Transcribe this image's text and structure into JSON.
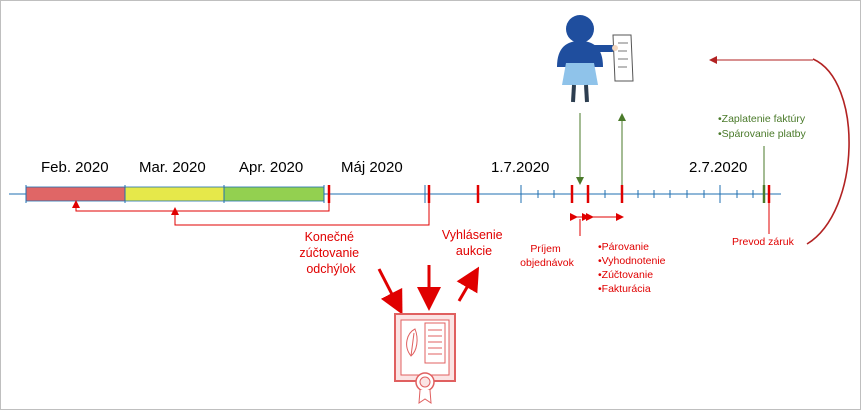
{
  "months": {
    "feb": "Feb. 2020",
    "mar": "Mar. 2020",
    "apr": "Apr. 2020",
    "maj": "Máj 2020",
    "d1": "1.7.2020",
    "d2": "2.7.2020"
  },
  "labels": {
    "konecne": [
      "Konečné",
      "zúčtovanie",
      "odchýlok"
    ],
    "vyhlasenie": [
      "Vyhlásenie",
      "aukcie"
    ],
    "prijem": [
      "Príjem",
      "objednávok"
    ],
    "steps": [
      "•Párovanie",
      "•Vyhodnotenie",
      "•Zúčtovanie",
      "•Fakturácia"
    ],
    "payments": [
      "•Zaplatenie faktúry",
      "•Spárovanie platby"
    ],
    "prevod": "Prevod záruk"
  },
  "colors": {
    "feb_bar": "#e06666",
    "mar_bar": "#e6e84a",
    "apr_bar": "#93d050",
    "axis_blue": "#1f6fb0",
    "red": "#e00000",
    "green": "#4a7a2a",
    "person": "#1f4e9e",
    "person_shirt": "#8fc3ea",
    "dark_red_curve": "#b22222"
  },
  "icons": {
    "person": "person-with-document-icon",
    "certificate": "certificate-icon"
  }
}
